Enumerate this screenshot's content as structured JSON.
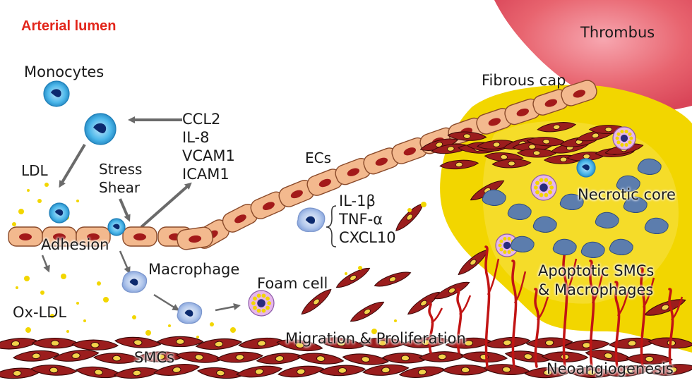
{
  "labels": {
    "arterial_lumen": "Arterial lumen",
    "thrombus": "Thrombus",
    "monocytes": "Monocytes",
    "fibrous_cap": "Fibrous cap",
    "ldl": "LDL",
    "stress": "Stress",
    "shear": "Shear",
    "ecs": "ECs",
    "necrotic_core": "Necrotic core",
    "adhesion": "Adhesion",
    "macrophage": "Macrophage",
    "foam_cell": "Foam cell",
    "ox_ldl": "Ox-LDL",
    "apoptotic_line1": "Apoptotic SMCs",
    "apoptotic_line2": "& Macrophages",
    "migration": "Migration & Proliferation",
    "smcs": "SMCs",
    "neoangiogenesis": "Neoangiogenesis"
  },
  "chemokines": [
    "CCL2",
    "IL-8",
    "VCAM1",
    "ICAM1"
  ],
  "cytokines": [
    "IL-1β",
    "TNF-α",
    "CXCL10"
  ],
  "colors": {
    "label_red": "#e2261b",
    "endothelium": "#f3b98e",
    "nucleus": "#a31a1a",
    "smc": "#9b1d1d",
    "necrotic": "#f2d600",
    "thrombus": "#e86070",
    "monocyte": "#41b4e8",
    "macrophage": "#a9c4ea"
  }
}
